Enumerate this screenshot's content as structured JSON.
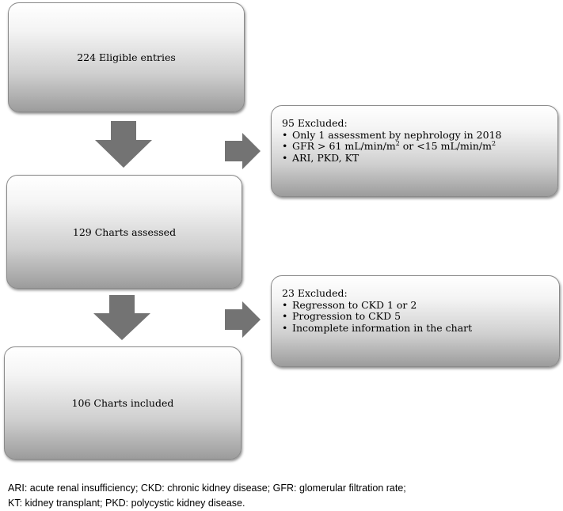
{
  "diagram": {
    "boxes": {
      "eligible": "224 Eligible entries",
      "assessed": "129 Charts assessed",
      "included": "106 Charts included"
    },
    "exclusion_1": {
      "title": "95 Excluded:",
      "items": {
        "nephrology": "Only 1 assessment by nephrology in 2018",
        "gfr_prefix": "GFR > 61 mL/min/m",
        "gfr_sup1": "2",
        "gfr_middle": " or <15 mL/min/m",
        "gfr_sup2": "2",
        "conditions": "ARI, PKD, KT"
      }
    },
    "exclusion_2": {
      "title": "23 Excluded:",
      "items": [
        "Regresson to CKD 1 or 2",
        "Progression to CKD 5",
        "Incomplete information in the chart"
      ]
    }
  },
  "footnote": {
    "line1": "ARI: acute renal insufficiency; CKD: chronic kidney disease; GFR: glomerular filtration rate;",
    "line2": "KT: kidney transplant; PKD: polycystic kidney disease."
  },
  "colors": {
    "arrow": "#737373",
    "box_border": "#8a8a8a"
  }
}
